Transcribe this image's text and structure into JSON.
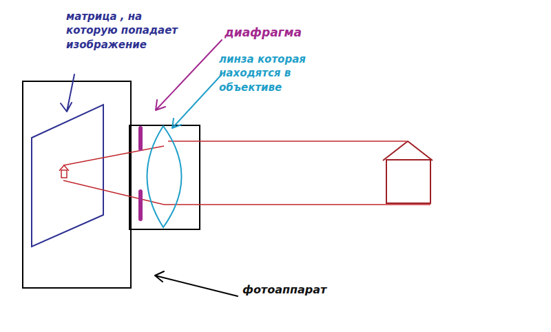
{
  "diagram": {
    "labels": [
      "матрица , на которую попадает изображение",
      "диафрагма",
      "линза которая находятся в объективе",
      "фотоаппарат"
    ]
  }
}
